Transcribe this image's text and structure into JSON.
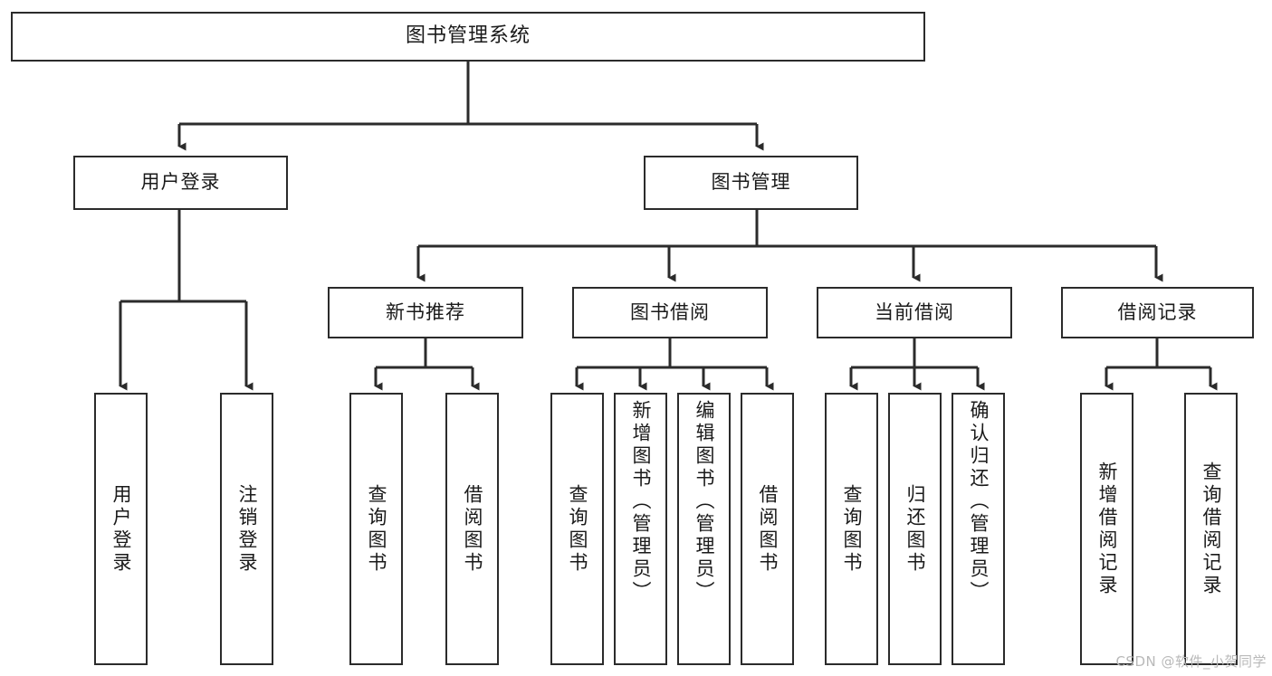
{
  "diagram": {
    "type": "tree-hierarchy-chart",
    "title": "图书管理系统",
    "stroke_color": "#2b2b2b",
    "background_color": "#ffffff",
    "text_color": "#1a1a1a",
    "levels": {
      "level1": [
        "图书管理系统"
      ],
      "level2": [
        "用户登录",
        "图书管理"
      ],
      "level3": [
        "新书推荐",
        "图书借阅",
        "当前借阅",
        "借阅记录"
      ],
      "level4": [
        "用户登录",
        "注销登录",
        "查询图书",
        "借阅图书",
        "查询图书",
        "新增图书（管理员）",
        "编辑图书（管理员）",
        "借阅图书",
        "查询图书",
        "归还图书",
        "确认归还（管理员）",
        "新增借阅记录",
        "查询借阅记录"
      ]
    },
    "nodes": {
      "root": {
        "label": "图书管理系统"
      },
      "user_login": {
        "label": "用户登录"
      },
      "book_manage": {
        "label": "图书管理"
      },
      "new_book_rec": {
        "label": "新书推荐"
      },
      "book_borrow": {
        "label": "图书借阅"
      },
      "current_borrow": {
        "label": "当前借阅"
      },
      "borrow_record": {
        "label": "借阅记录"
      },
      "leaf_user_login": {
        "label": "用户登录"
      },
      "leaf_logout": {
        "label": "注销登录"
      },
      "leaf_query_book_a": {
        "label": "查询图书"
      },
      "leaf_borrow_book_a": {
        "label": "借阅图书"
      },
      "leaf_query_book_b": {
        "label": "查询图书"
      },
      "leaf_add_book": {
        "label": "新增图书（管理员）"
      },
      "leaf_edit_book": {
        "label": "编辑图书（管理员）"
      },
      "leaf_borrow_book_b": {
        "label": "借阅图书"
      },
      "leaf_query_book_c": {
        "label": "查询图书"
      },
      "leaf_return_book": {
        "label": "归还图书"
      },
      "leaf_confirm_return": {
        "label": "确认归还（管理员）"
      },
      "leaf_add_record": {
        "label": "新增借阅记录"
      },
      "leaf_query_record": {
        "label": "查询借阅记录"
      }
    },
    "edges": [
      {
        "from": "root",
        "to": "user_login"
      },
      {
        "from": "root",
        "to": "book_manage"
      },
      {
        "from": "user_login",
        "to": "leaf_user_login"
      },
      {
        "from": "user_login",
        "to": "leaf_logout"
      },
      {
        "from": "book_manage",
        "to": "new_book_rec"
      },
      {
        "from": "book_manage",
        "to": "book_borrow"
      },
      {
        "from": "book_manage",
        "to": "current_borrow"
      },
      {
        "from": "book_manage",
        "to": "borrow_record"
      },
      {
        "from": "new_book_rec",
        "to": "leaf_query_book_a"
      },
      {
        "from": "new_book_rec",
        "to": "leaf_borrow_book_a"
      },
      {
        "from": "book_borrow",
        "to": "leaf_query_book_b"
      },
      {
        "from": "book_borrow",
        "to": "leaf_add_book"
      },
      {
        "from": "book_borrow",
        "to": "leaf_edit_book"
      },
      {
        "from": "book_borrow",
        "to": "leaf_borrow_book_b"
      },
      {
        "from": "current_borrow",
        "to": "leaf_query_book_c"
      },
      {
        "from": "current_borrow",
        "to": "leaf_return_book"
      },
      {
        "from": "current_borrow",
        "to": "leaf_confirm_return"
      },
      {
        "from": "borrow_record",
        "to": "leaf_add_record"
      },
      {
        "from": "borrow_record",
        "to": "leaf_query_record"
      }
    ]
  },
  "watermark": {
    "text": "CSDN @软件_小贺同学"
  }
}
